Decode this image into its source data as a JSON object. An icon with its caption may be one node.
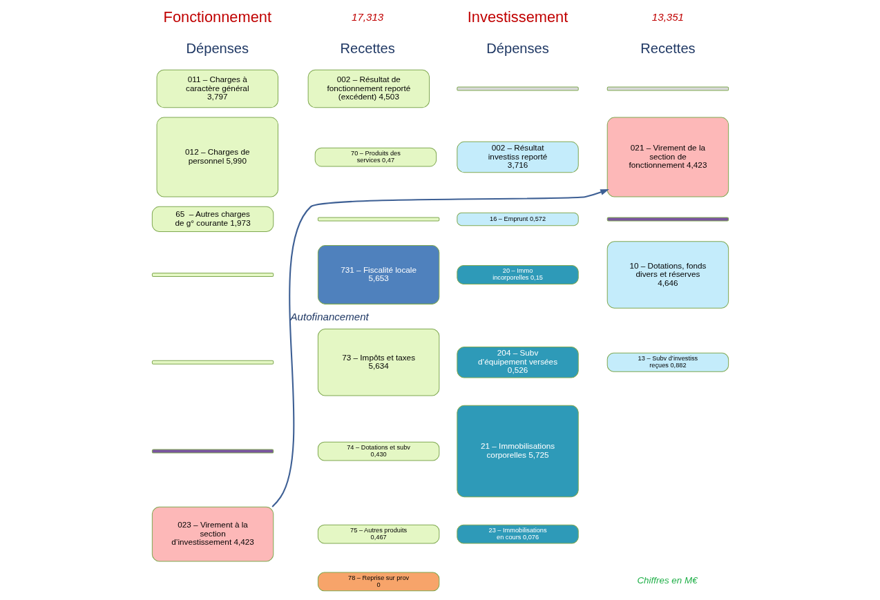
{
  "diagram": {
    "nodes": [
      {
        "text": [
          "011 – Charges à caractère général 3,797"
        ]
      },
      {
        "text": [
          "012 – Charges de personnel 5,990"
        ]
      },
      {
        "text": [
          "65  – Autres charges de g° courante 1,973"
        ]
      },
      {
        "text": [],
        "shape": "bar"
      },
      {
        "text": [],
        "shape": "bar"
      },
      {
        "text": [],
        "shape": "bar"
      },
      {
        "text": [
          "023 – Virement à la section d’investissement 4,423"
        ]
      },
      {
        "text": [
          "002 – Résultat de fonctionnement reporté (excédent) 4,503"
        ]
      },
      {
        "text": [
          "70 – Produits des services 0,47"
        ]
      },
      {
        "text": [],
        "shape": "bar"
      },
      {
        "text": [
          "731 – Fiscalité locale 5,653"
        ]
      },
      {
        "text": [
          "73 – Impôts et taxes 5,634"
        ]
      },
      {
        "text": [
          "74 – Dotations et subv 0,430"
        ]
      },
      {
        "text": [
          "75 – Autres produits 0,467"
        ]
      },
      {
        "text": [
          "78 – Reprise sur prov 0"
        ]
      },
      {
        "text": [],
        "shape": "bar"
      },
      {
        "text": [
          "002 – Résultat investiss reporté 3,716"
        ]
      },
      {
        "text": [
          "16 – Emprunt 0,572"
        ]
      },
      {
        "text": [
          "20 – Immo incorporelles 0,15"
        ]
      },
      {
        "text": [
          "204 – Subv d’équipement versées 0,526"
        ]
      },
      {
        "text": [
          "21 – Immobilisations corporelles 5,725"
        ]
      },
      {
        "text": [
          "23 – Immobilisations en cours 0,076"
        ]
      },
      {
        "text": [],
        "shape": "bar"
      },
      {
        "text": [
          "021 – Virement de la section de fonctionnement 4,423"
        ]
      },
      {
        "text": [],
        "shape": "bar"
      },
      {
        "text": [
          "10 – Dotations, fonds divers et réserves 4,646"
        ]
      },
      {
        "text": [
          "13 – Subv d’investiss reçues 0,882"
        ]
      }
    ],
    "edges": [
      {
        "from": 6,
        "to": 23,
        "arrow": "to",
        "label": "Autofinancement"
      }
    ],
    "labels": [
      "Fonctionnement",
      "17,313",
      "Investissement",
      "13,351",
      "Dépenses",
      "Recettes",
      "Dépenses",
      "Recettes",
      "Chiffres en M€"
    ]
  }
}
